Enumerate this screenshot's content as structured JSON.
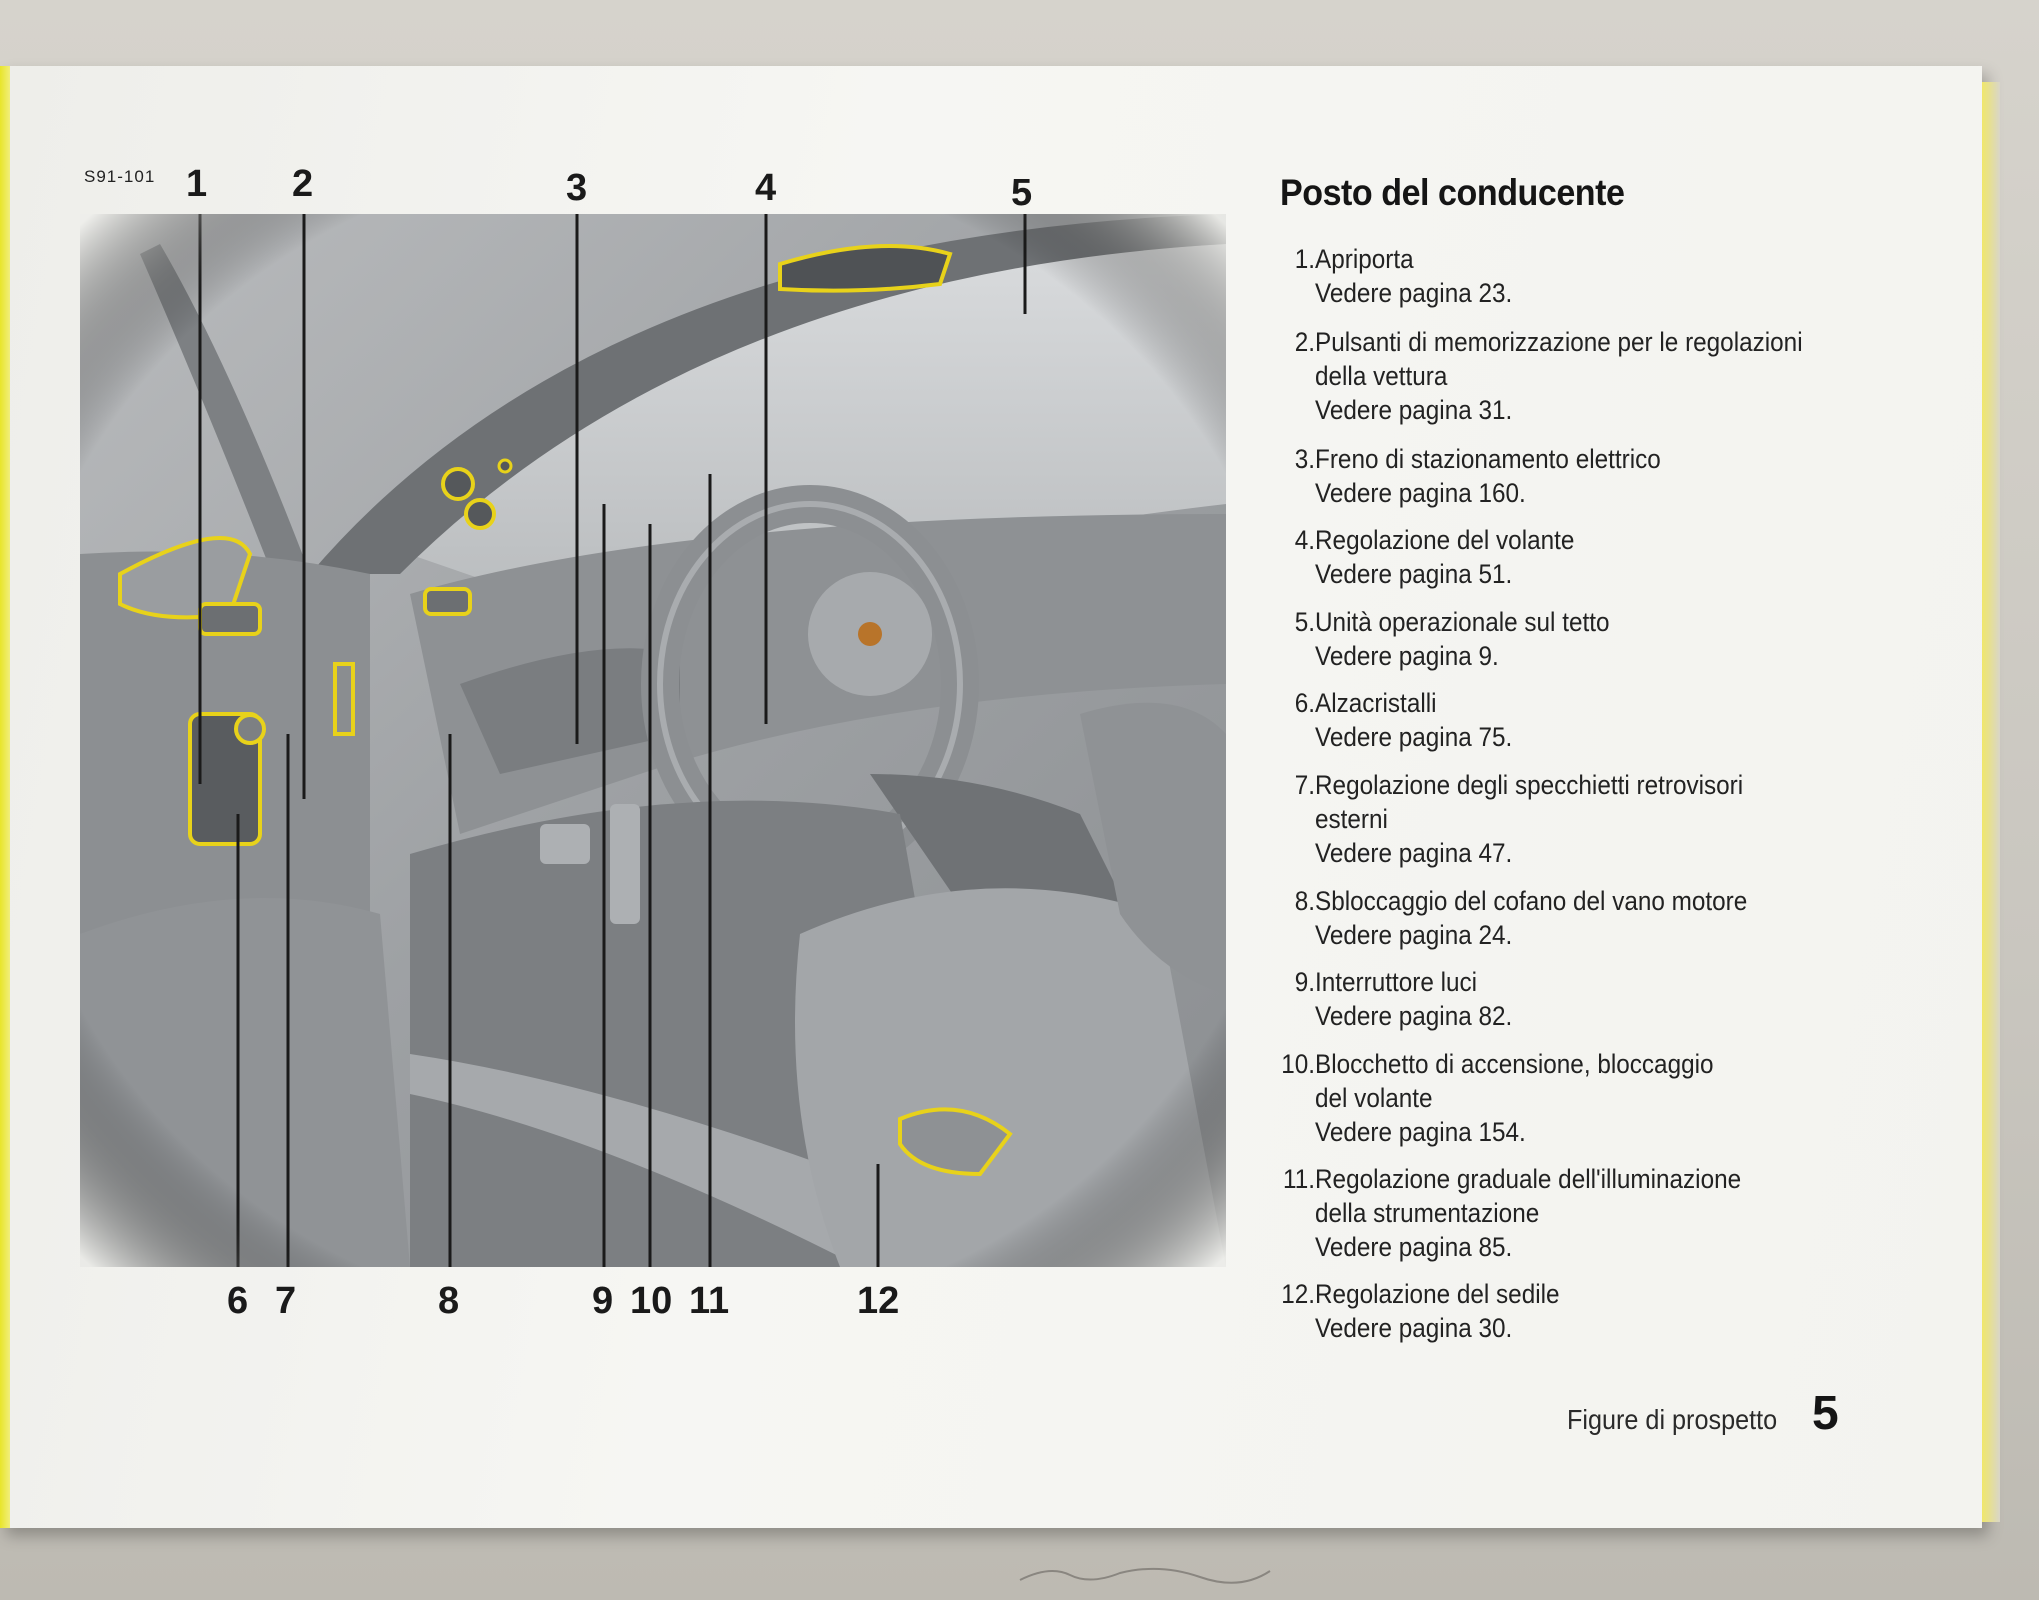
{
  "figure_code": "S91-101",
  "callouts_top": [
    "1",
    "2",
    "3",
    "4",
    "5"
  ],
  "callouts_bottom": [
    "6",
    "7",
    "8",
    "9",
    "10",
    "11",
    "12"
  ],
  "title": "Posto del conducente",
  "items": [
    {
      "num": "1.",
      "lines": [
        "Apriporta",
        "Vedere pagina 23."
      ]
    },
    {
      "num": "2.",
      "lines": [
        "Pulsanti di memorizzazione per le regolazioni",
        "della vettura",
        "Vedere pagina 31."
      ]
    },
    {
      "num": "3.",
      "lines": [
        "Freno di stazionamento elettrico",
        "Vedere pagina 160."
      ]
    },
    {
      "num": "4.",
      "lines": [
        "Regolazione del volante",
        "Vedere pagina 51."
      ]
    },
    {
      "num": "5.",
      "lines": [
        "Unità operazionale sul tetto",
        "Vedere pagina 9."
      ]
    },
    {
      "num": "6.",
      "lines": [
        "Alzacristalli",
        "Vedere pagina 75."
      ]
    },
    {
      "num": "7.",
      "lines": [
        "Regolazione degli specchietti retrovisori",
        "esterni",
        "Vedere pagina 47."
      ]
    },
    {
      "num": "8.",
      "lines": [
        "Sbloccaggio del cofano del vano motore",
        "Vedere pagina 24."
      ]
    },
    {
      "num": "9.",
      "lines": [
        "Interruttore luci",
        "Vedere pagina 82."
      ]
    },
    {
      "num": "10.",
      "lines": [
        "Blocchetto di accensione, bloccaggio",
        "del volante",
        "Vedere pagina 154."
      ]
    },
    {
      "num": "11.",
      "lines": [
        "Regolazione graduale dell'illuminazione",
        "della strumentazione",
        "Vedere pagina 85."
      ]
    },
    {
      "num": "12.",
      "lines": [
        "Regolazione del sedile",
        "Vedere pagina 30."
      ]
    }
  ],
  "footer": {
    "section_label": "Figure di prospetto",
    "page_number": "5"
  },
  "colors": {
    "highlight": "#e8d21a",
    "paper": "#f4f4f0",
    "ink": "#1a1a1a"
  }
}
